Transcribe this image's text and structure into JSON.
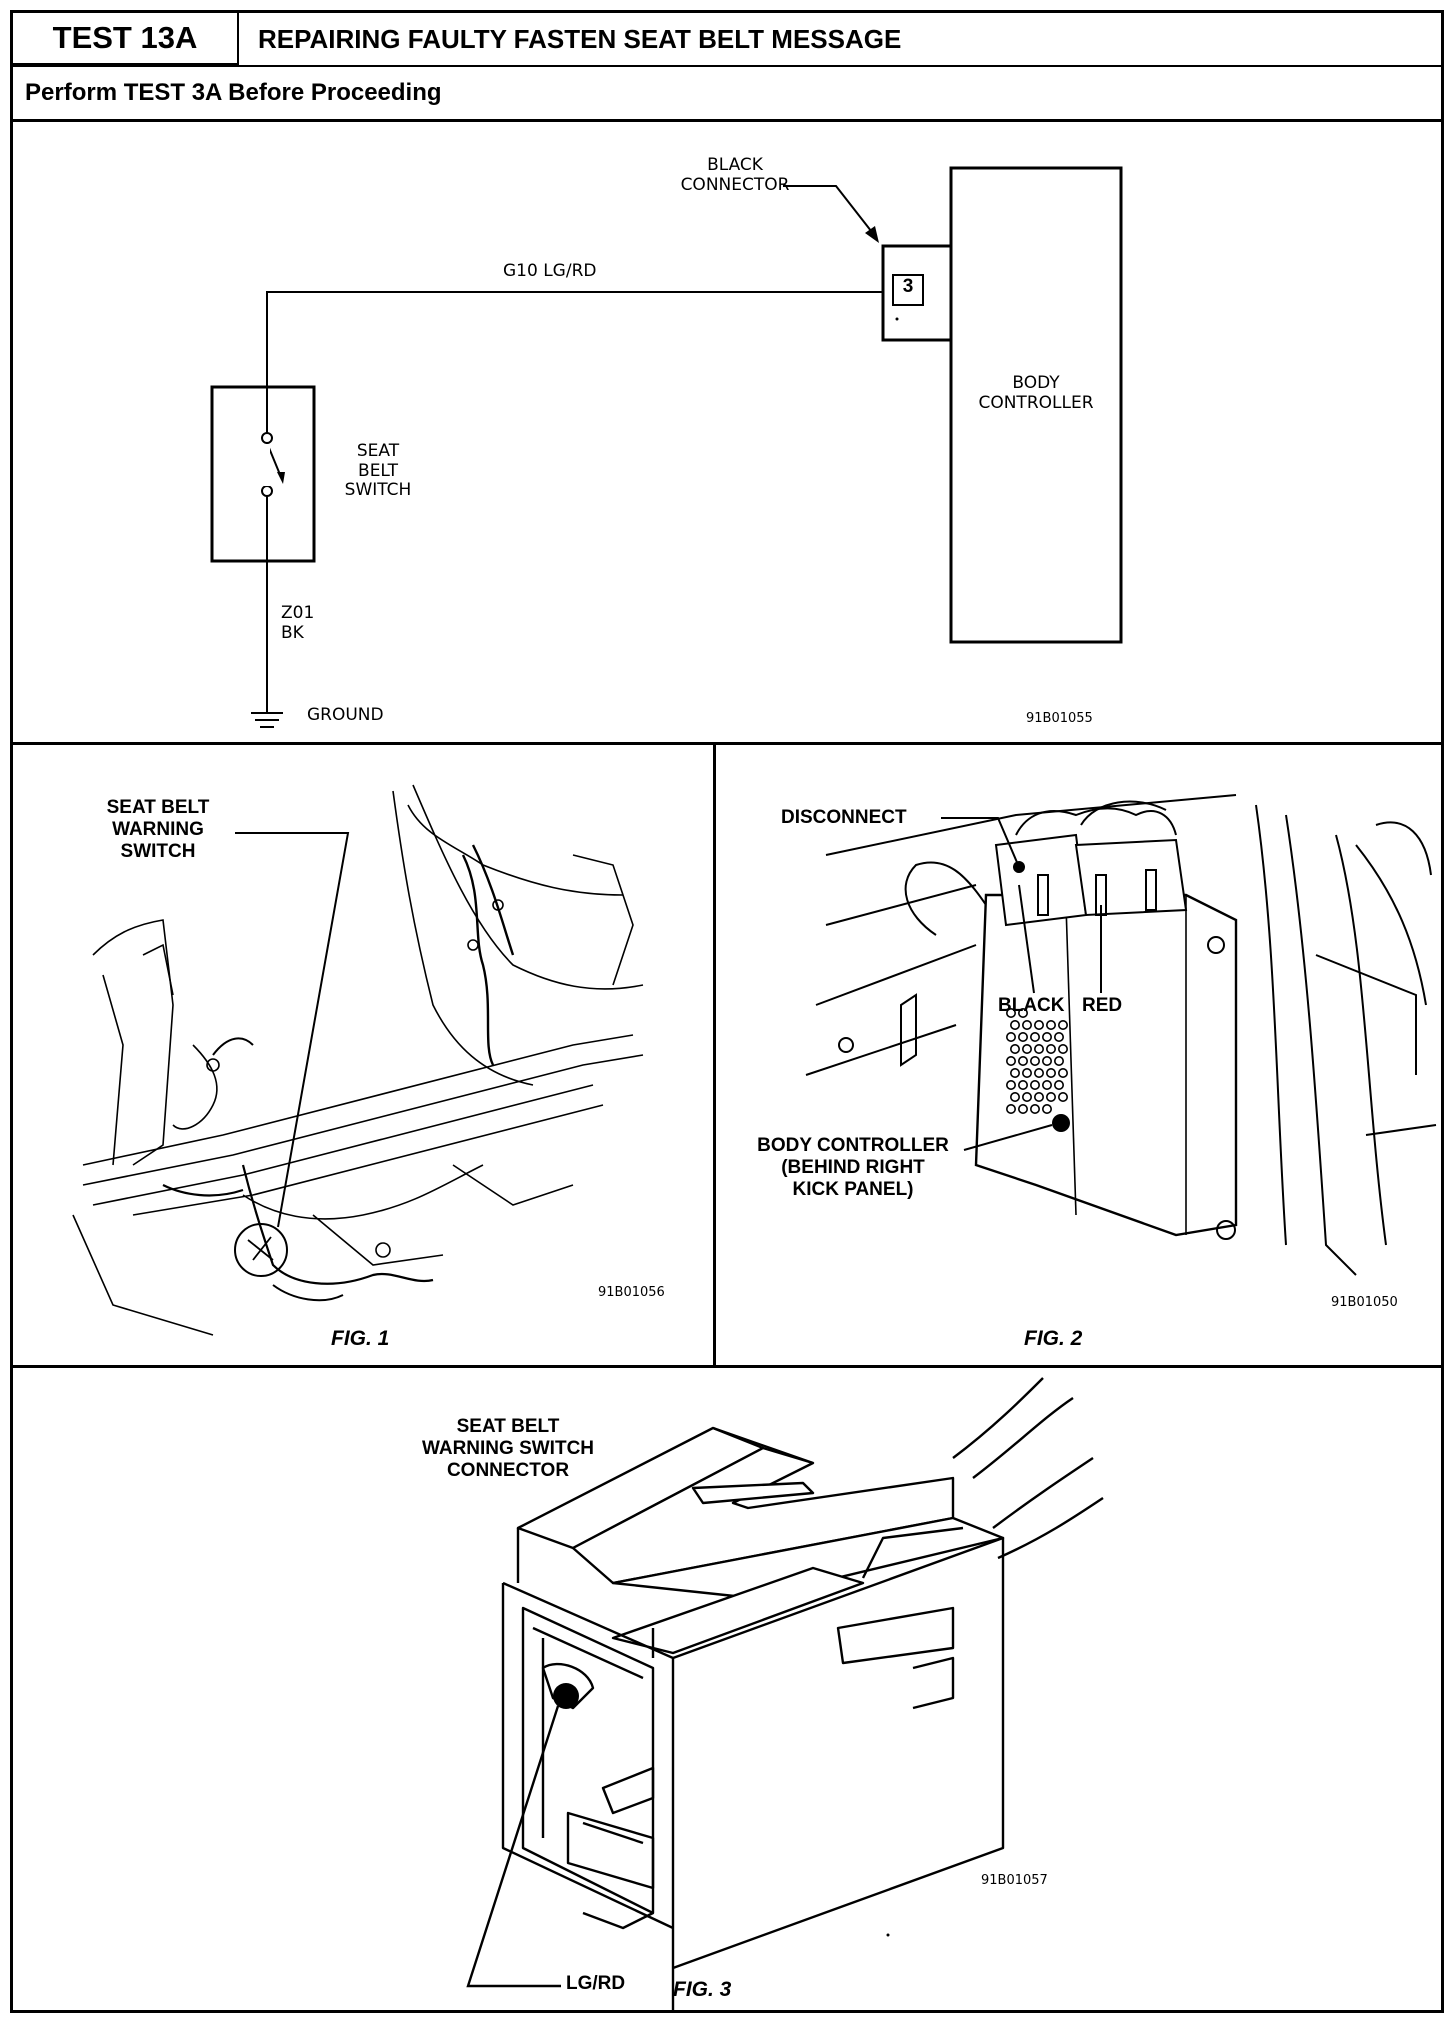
{
  "header": {
    "test_label": "TEST 13A",
    "title": "REPAIRING FAULTY FASTEN SEAT BELT MESSAGE",
    "subtitle": "Perform TEST 3A Before Proceeding"
  },
  "schematic": {
    "black_connector_label": [
      "BLACK",
      "CONNECTOR"
    ],
    "wire_top_label": "G10  LG/RD",
    "pin_number": "3",
    "body_controller_label": [
      "BODY",
      "CONTROLLER"
    ],
    "switch_label": [
      "SEAT",
      "BELT",
      "SWITCH"
    ],
    "ground_wire_label": [
      "Z01",
      "BK"
    ],
    "ground_label": "GROUND",
    "figure_code": "91B01055"
  },
  "fig1": {
    "callout": [
      "SEAT BELT",
      "WARNING",
      "SWITCH"
    ],
    "figure_code": "91B01056",
    "caption": "FIG. 1"
  },
  "fig2": {
    "disconnect_label": "DISCONNECT",
    "black_label": "BLACK",
    "red_label": "RED",
    "controller_callout": [
      "BODY CONTROLLER",
      "(BEHIND RIGHT",
      "KICK PANEL)"
    ],
    "figure_code": "91B01050",
    "caption": "FIG. 2"
  },
  "fig3": {
    "callout": [
      "SEAT BELT",
      "WARNING SWITCH",
      "CONNECTOR"
    ],
    "wire_label": "LG/RD",
    "figure_code": "91B01057",
    "caption": "FIG. 3"
  }
}
